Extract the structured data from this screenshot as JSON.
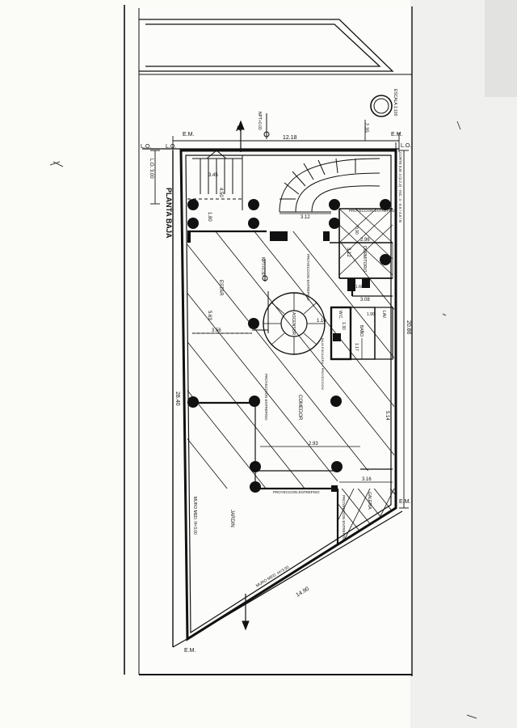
{
  "sheet": {
    "title": "PLANTA BAJA",
    "lo_left": "L.O.",
    "lo_axis": "L.O.",
    "lo_right": "L.O.",
    "lo_pair": "L.O. 3.00",
    "em_top_left": "E.M.",
    "em_top_right": "E.M.",
    "em_bottom_left": "E.M.",
    "em_bottom_right": "E.M.",
    "section_mark": "A",
    "level_top": "NPT+0.00",
    "level_mid": "NPT+0.30",
    "scale_note": "ESCALA 1:100"
  },
  "dimensions": {
    "top_width": "12.18",
    "top_offset": "2.35",
    "right_side": "20.86",
    "left_side": "28.40",
    "bottom_diag": "14.90",
    "d345": "3.45",
    "d450": "4.50",
    "d180": "1.80",
    "d312": "3.12",
    "d296": "2.96",
    "d312b": "3.12",
    "d308": "3.08",
    "d356": "3.56",
    "d563": "5.63",
    "d293": "2.93",
    "d316": "3.16",
    "d514": "5.14",
    "d110": "1.10",
    "d160": "1.60",
    "d090": "0.90",
    "d190": "1.90",
    "d130": "1.30",
    "d117": "1.17"
  },
  "notes": {
    "right_note": "CORTE EJE 4 (3.2.3) - INC. 4 - 0.9 / 4.0 / B"
  },
  "rooms": {
    "estar": "ESTAR",
    "comedor": "COMEDOR",
    "jardin": "JARDIN",
    "galeria": "GALERIA",
    "ascensor": "ASCENSOR",
    "dormitorio": "DORMITORIO",
    "bano": "BAÑO",
    "wc": "W.C.",
    "lav": "LAV."
  },
  "projections": {
    "p1": "PROYECCION ENTREPISO",
    "p2": "PROYECCION ENTREPISO",
    "p3": "PROYECCION ENTREPISO",
    "p4": "PROYECCION ENTREPISO",
    "p5": "PROYECCION ENTREPISO",
    "stair": "BAJA ESCALERA + PROYECCION"
  },
  "walls": {
    "muro_left": "MURO MED. H=3.00",
    "muro_bottom": "MURO MED. H=3.00"
  }
}
